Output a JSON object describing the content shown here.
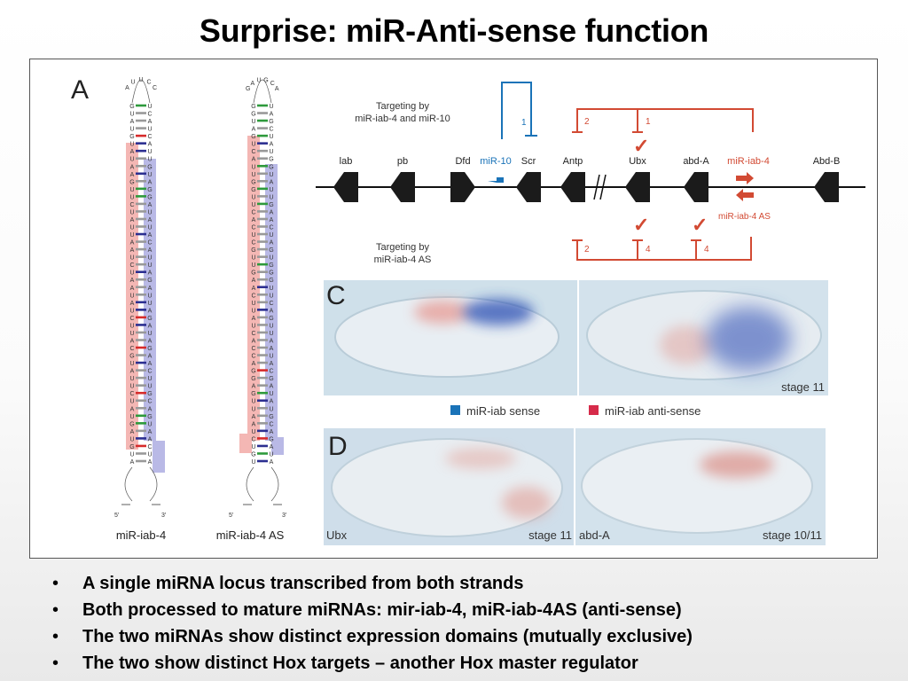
{
  "title": "Surprise: miR-Anti-sense function",
  "panels": {
    "a": "A",
    "c": "C",
    "d": "D"
  },
  "hairpins": {
    "left": {
      "name": "miR-iab-4",
      "seq5": "GUAUGUAUAAGUUCUAUUAAUCUAAUAUCUUACGUAUUCUAUGAUGUA",
      "seq3": "UCAUCAUUGUAGGAUAUACAUUAGAUUAGAUAGAACUUGCAGUAACUA",
      "loop": "AUUCC",
      "end5": "5′",
      "end3": "3′"
    },
    "right": {
      "name": "miR-iab-4 AS",
      "seq5": "GGUAGUCAUUGGUUCACUCGUUGAACUUAUCACCAGGAGUUAAUCUGU",
      "seq3": "UAGCUAUGGUAUUGAACUAGUGGGUUCAGUUAAUACGAUAUGCAGAUA",
      "loop": "GAUGCA",
      "end5": "5′",
      "end3": "3′"
    }
  },
  "genes": {
    "labels": [
      "lab",
      "pb",
      "Dfd",
      "miR-10",
      "Scr",
      "Antp",
      "Ubx",
      "abd-A",
      "miR-iab-4",
      "Abd-B"
    ],
    "mir_as": "miR-iab-4 AS",
    "target_top": "Targeting by\nmiR-iab-4 and miR-10",
    "target_bottom": "Targeting by\nmiR-iab-4 AS",
    "n_top_mir10": "1",
    "n_top_a": "2",
    "n_top_b": "1",
    "n_bot_a": "2",
    "n_bot_b": "4",
    "n_bot_c": "4",
    "check": "✓"
  },
  "legend": {
    "sense": "miR-iab sense",
    "antisense": "miR-iab anti-sense"
  },
  "embryos": {
    "stage_c": "stage 11",
    "ubx": "Ubx",
    "stage_d1": "stage 11",
    "abda": "abd-A",
    "stage_d2": "stage 10/11"
  },
  "bullets": [
    "A single miRNA locus transcribed from both strands",
    "Both processed to mature miRNAs: mir-iab-4, miR-iab-4AS (anti-sense)",
    "The two miRNAs show distinct expression domains (mutually exclusive)",
    "The two show distinct Hox targets – another Hox master regulator"
  ],
  "colors": {
    "red": "#d24a33",
    "blue": "#1a73b8",
    "highlight_red": "#f4b7b4",
    "highlight_blue": "#b9b9e6",
    "pair_green": "#2e9a3c",
    "pair_red": "#d62b2b",
    "pair_blue": "#2c2f91"
  }
}
